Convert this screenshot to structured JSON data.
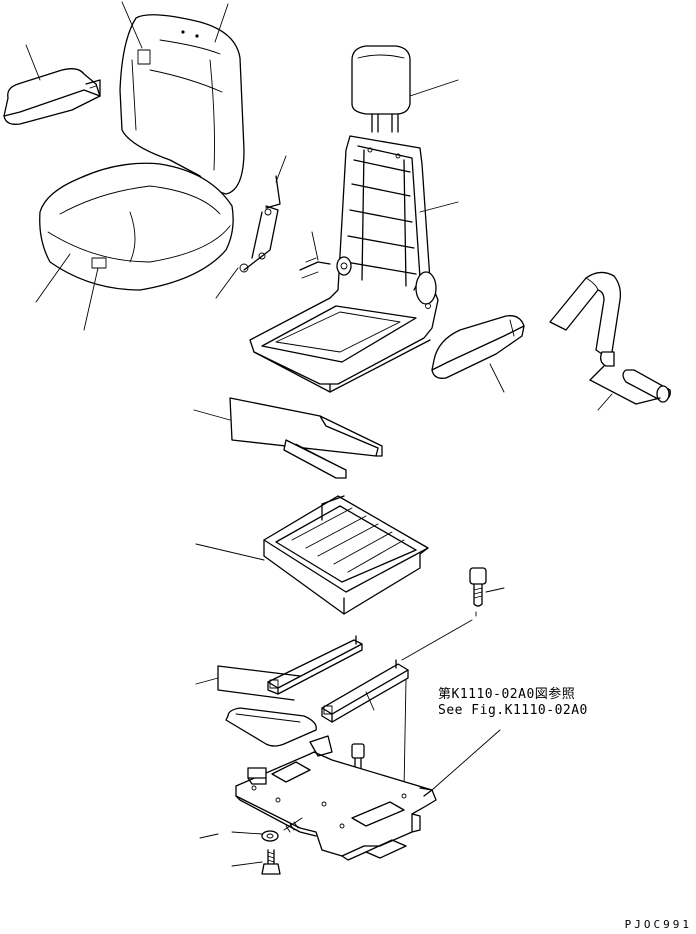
{
  "reference": {
    "jp": "第K1110-02A0図参照",
    "en": "See Fig.K1110-02A0"
  },
  "drawing_code": "PJOC991"
}
